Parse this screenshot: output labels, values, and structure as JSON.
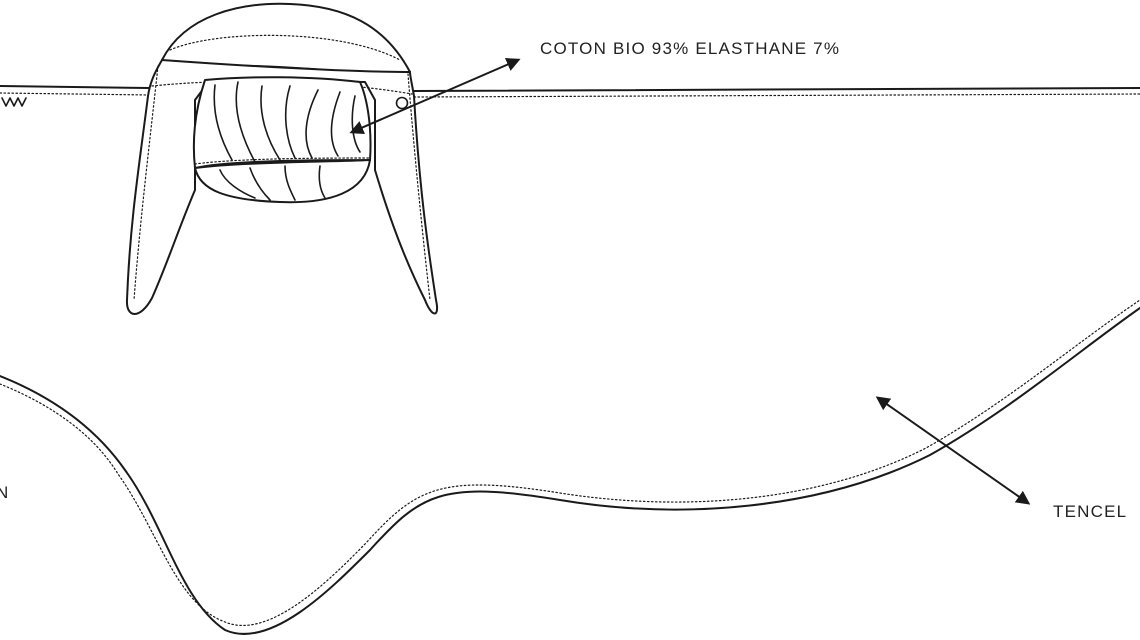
{
  "labels": {
    "top_material": "COTON BIO 93% ELASTHANE 7%",
    "body_material": "TENCEL",
    "cut_left": "N"
  }
}
